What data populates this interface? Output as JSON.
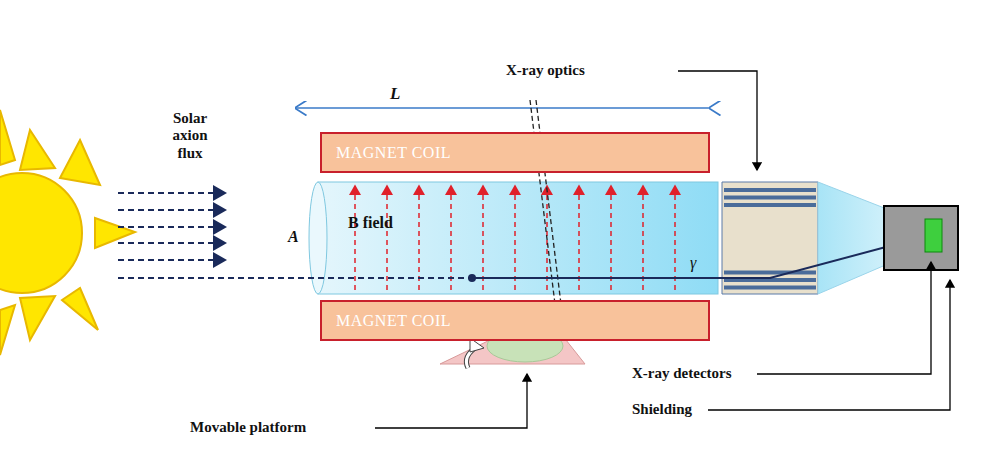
{
  "diagram": {
    "nodes": [
      {
        "text": [
          "MAGNET COIL"
        ]
      },
      {
        "text": [
          "MAGNET COIL"
        ]
      }
    ],
    "edges": [],
    "labels": [
      "Solar axion flux",
      "L",
      "B field",
      "A",
      "γ",
      "X-ray optics",
      "X-ray detectors",
      "Shielding",
      "Movable platform"
    ]
  }
}
